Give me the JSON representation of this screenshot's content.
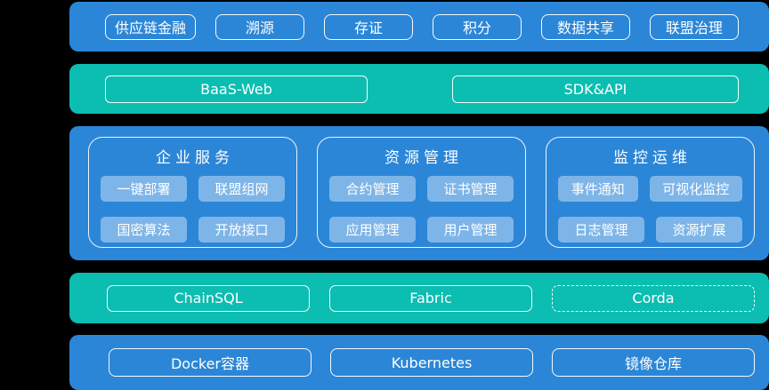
{
  "colors": {
    "background": "#000000",
    "blue_band": "#2b86d7",
    "teal_band": "#0cbdb1",
    "light_chip": "#7eb5e8",
    "text": "#ffffff"
  },
  "layers": {
    "applications": {
      "items": [
        "供应链金融",
        "溯源",
        "存证",
        "积分",
        "数据共享",
        "联盟治理"
      ]
    },
    "access": {
      "items": [
        "BaaS-Web",
        "SDK&API"
      ]
    },
    "platform": {
      "panels": [
        {
          "title": "企业服务",
          "items": [
            "一键部署",
            "联盟组网",
            "国密算法",
            "开放接口"
          ]
        },
        {
          "title": "资源管理",
          "items": [
            "合约管理",
            "证书管理",
            "应用管理",
            "用户管理"
          ]
        },
        {
          "title": "监控运维",
          "items": [
            "事件通知",
            "可视化监控",
            "日志管理",
            "资源扩展"
          ]
        }
      ]
    },
    "blockchain": {
      "items": [
        {
          "label": "ChainSQL",
          "style": "solid"
        },
        {
          "label": "Fabric",
          "style": "solid"
        },
        {
          "label": "Corda",
          "style": "dashed"
        }
      ]
    },
    "infrastructure": {
      "items": [
        "Docker容器",
        "Kubernetes",
        "镜像仓库"
      ]
    }
  }
}
